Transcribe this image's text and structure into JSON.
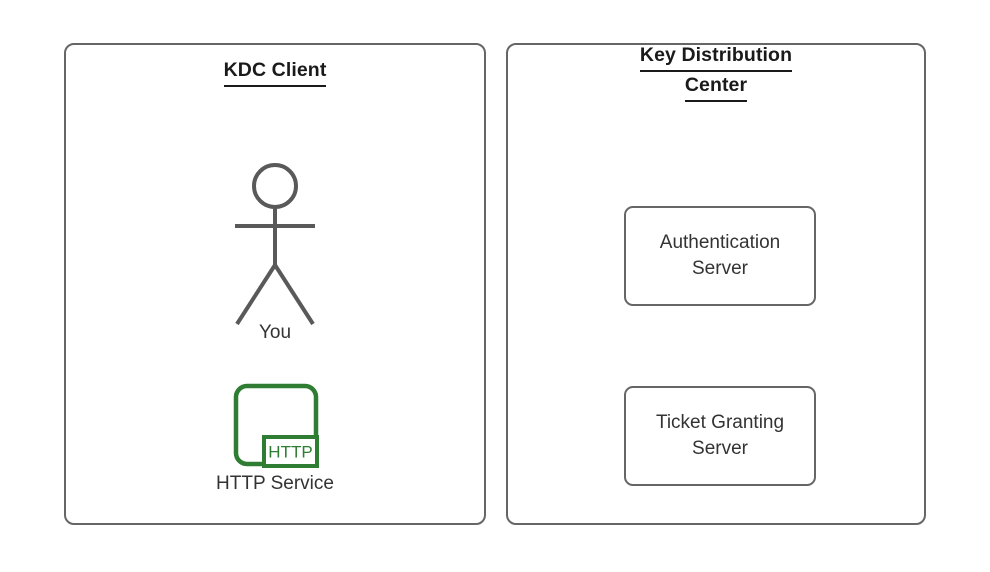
{
  "diagram": {
    "background_color": "#ffffff",
    "panel_border_color": "#666666",
    "accent_green": "#2E7D32",
    "text_color": "#333333",
    "title_color": "#1a1a1a"
  },
  "left_panel": {
    "title_lines": [
      "KDC Client"
    ],
    "actor": {
      "icon": "stick-figure-person-icon",
      "label": "You"
    },
    "service": {
      "icon": "http-service-icon",
      "badge_text": "HTTP",
      "label": "HTTP Service",
      "color": "#2E7D32"
    }
  },
  "right_panel": {
    "title_lines": [
      "Key Distribution",
      "Center"
    ],
    "boxes": [
      {
        "label": "Authentication\nServer"
      },
      {
        "label": "Ticket Granting\nServer"
      }
    ]
  }
}
